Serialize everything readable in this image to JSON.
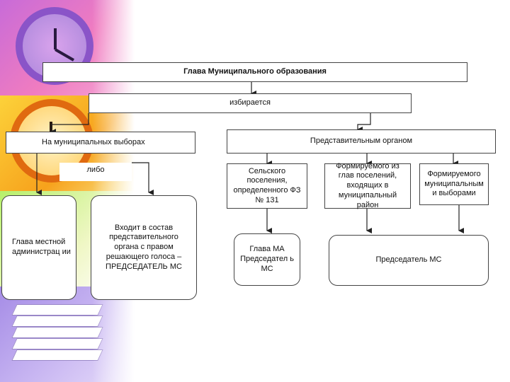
{
  "diagram": {
    "head": "Глава Муниципального образования",
    "elected": "избирается",
    "municipal_elections": "На муниципальных выборах",
    "or": "либо",
    "representative_body": "Представительным органом",
    "rural_settlement": "Сельского поселения, определенного ФЗ № 131",
    "from_settlement_heads": "Формируемого из глав поселений, входящих в муниципальный район",
    "by_elections": "Формируемого муниципальным и выборами",
    "local_admin_head": "Глава местной администрац ии",
    "council_member": "Входит в состав представительного органа с правом решающего голоса – ПРЕДСЕДАТЕЛЬ МС",
    "head_ma": "Глава МА Председател ь МС",
    "chairman": "Председатель МС"
  }
}
